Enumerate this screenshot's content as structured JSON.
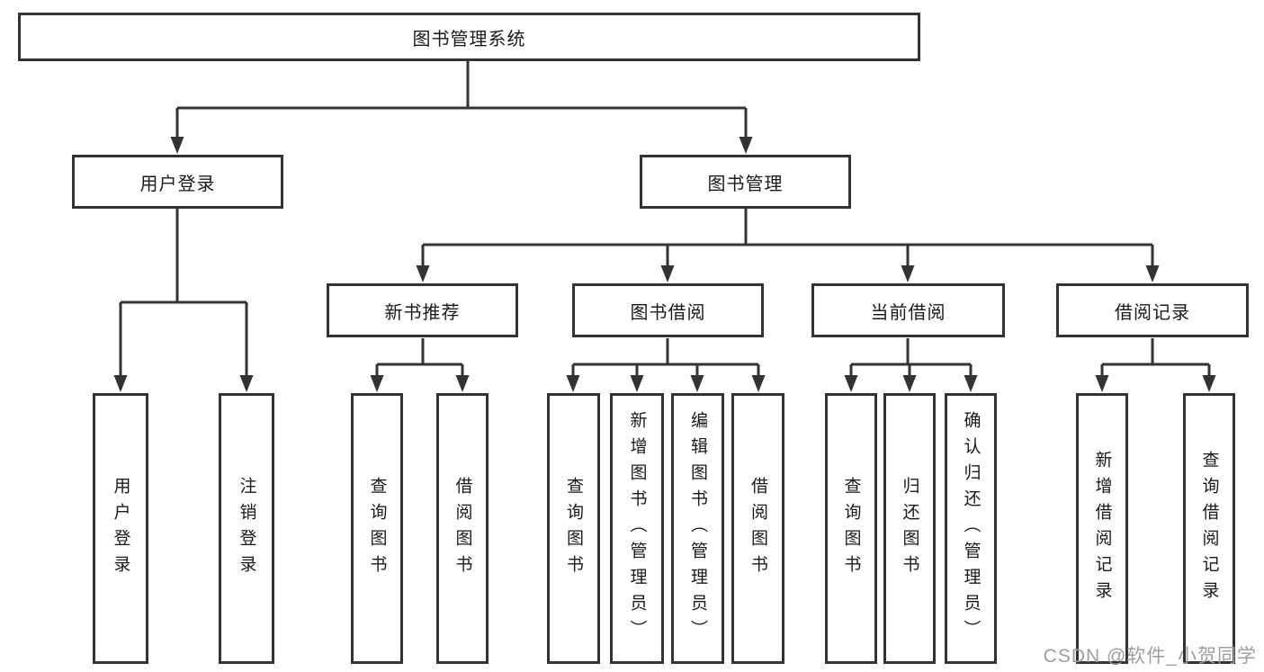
{
  "tree": {
    "root": "图书管理系统",
    "children": [
      {
        "label": "用户登录",
        "leaves": [
          "用户登录",
          "注销登录"
        ]
      },
      {
        "label": "图书管理",
        "children": [
          {
            "label": "新书推荐",
            "leaves": [
              "查询图书",
              "借阅图书"
            ]
          },
          {
            "label": "图书借阅",
            "leaves": [
              "查询图书",
              "新增图书（管理员）",
              "编辑图书（管理员）",
              "借阅图书"
            ]
          },
          {
            "label": "当前借阅",
            "leaves": [
              "查询图书",
              "归还图书",
              "确认归还（管理员）"
            ]
          },
          {
            "label": "借阅记录",
            "leaves": [
              "新增借阅记录",
              "查询借阅记录"
            ]
          }
        ]
      }
    ]
  },
  "watermark": "CSDN @软件_小贺同学",
  "colors": {
    "line": "#333333",
    "border": "#333333",
    "text": "#1a1a1a",
    "watermark": "#9e9e9e",
    "background": "#ffffff"
  }
}
